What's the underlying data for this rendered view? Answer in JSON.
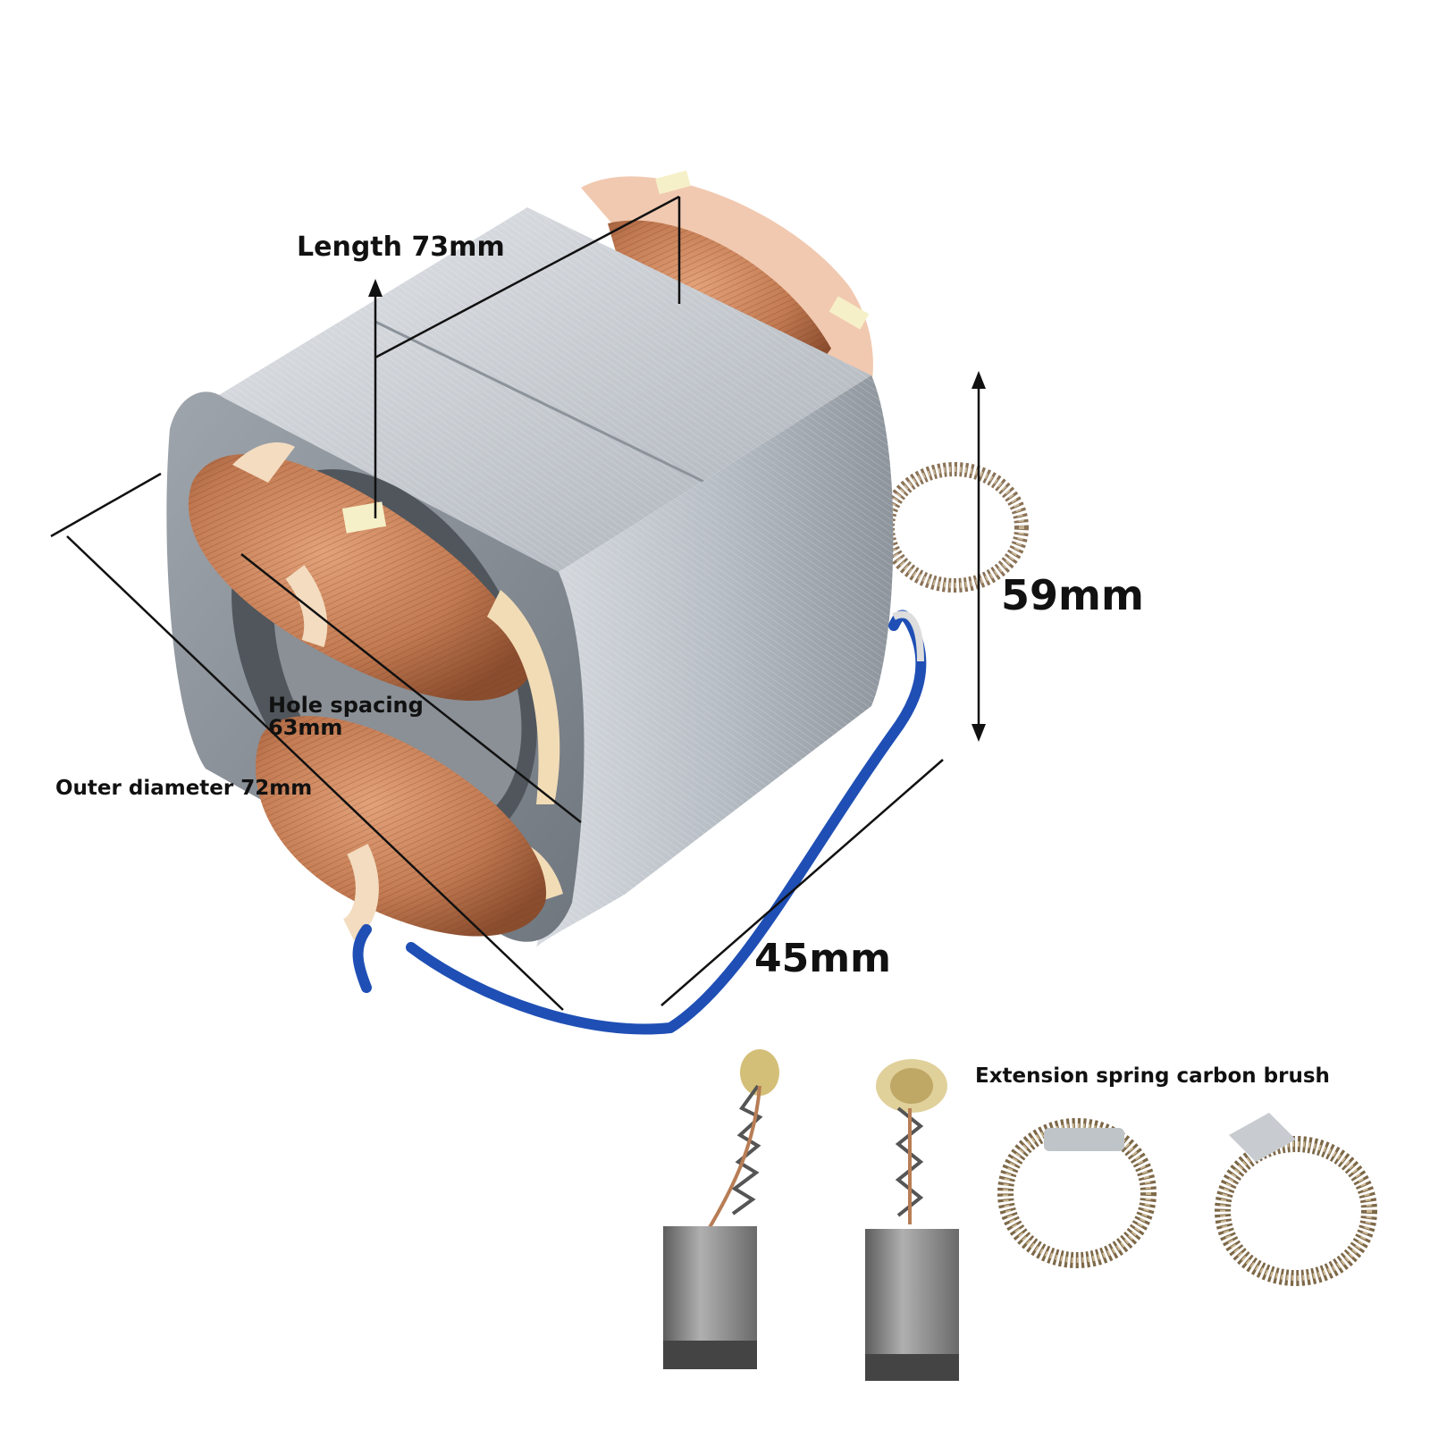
{
  "labels": {
    "length": "Length 73mm",
    "height": "59mm",
    "hole_spacing": "Hole spacing 63mm",
    "outer_diameter": "Outer diameter 72mm",
    "depth": "45mm",
    "accessory": "Extension spring carbon brush"
  },
  "colors": {
    "steel": "#b9bec4",
    "copper": "#c27a52",
    "blue_wire": "#1f4fb5",
    "insulation": "#f3dcc0",
    "carbon": "#7d7d7d",
    "dimension_line": "#111111"
  },
  "objects": [
    {
      "name": "stator-core"
    },
    {
      "name": "copper-field-coil",
      "count": 2
    },
    {
      "name": "carbon-brush",
      "count": 2
    },
    {
      "name": "extension-spring",
      "count": 3
    }
  ]
}
